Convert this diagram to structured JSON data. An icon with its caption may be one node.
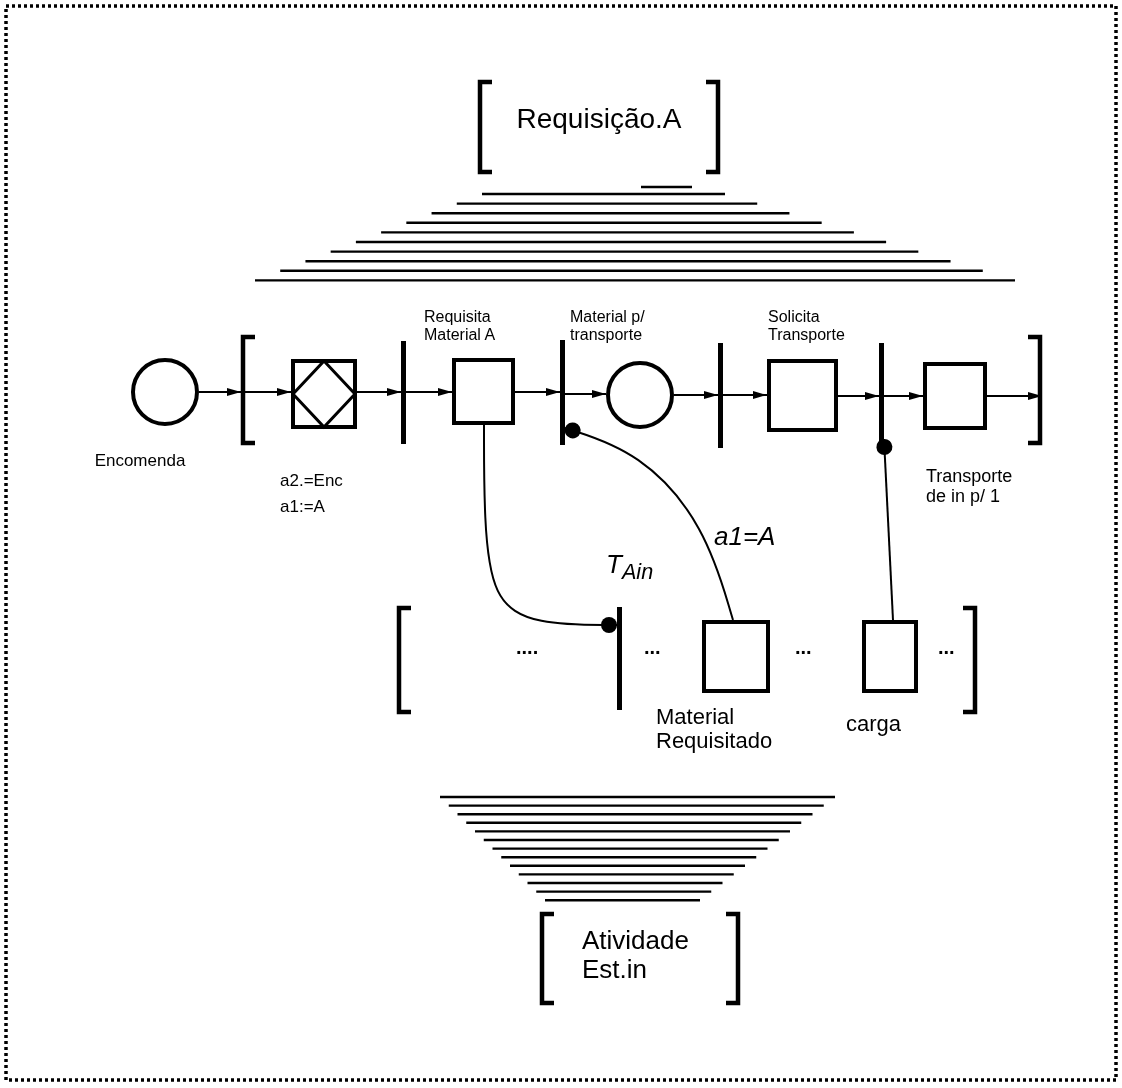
{
  "diagram": {
    "nodes": [
      {
        "text": [
          "Requisição.A"
        ]
      },
      {
        "text": [
          "Encomenda"
        ]
      },
      {
        "text": [],
        "shape": "bracket"
      },
      {
        "text": [
          "a2.=Enc",
          "a1:=A"
        ],
        "in": 2
      },
      {
        "text": [],
        "shape": "bar",
        "in": 2
      },
      {
        "text": [
          "Requisita Material A"
        ],
        "in": 2
      },
      {
        "text": [],
        "shape": "bar",
        "in": 2
      },
      {
        "text": [
          "Material p/ transporte"
        ],
        "in": 2
      },
      {
        "text": [],
        "shape": "bar",
        "in": 2
      },
      {
        "text": [
          "Solicita Transporte"
        ],
        "in": 2
      },
      {
        "text": [],
        "shape": "bar",
        "in": 2
      },
      {
        "text": [
          "Transporte de in p/ 1"
        ],
        "in": 2
      },
      {
        "text": [],
        "shape": "bracket"
      },
      {
        "text": [],
        "shape": "bar",
        "in": 12,
        "beside": [
          "T$_{Ain}$"
        ]
      },
      {
        "text": [
          "Material Requisitado"
        ],
        "in": 12
      },
      {
        "text": [
          "carga"
        ],
        "in": 12
      },
      {
        "text": [
          "Atividade Est.in"
        ]
      }
    ],
    "edges": [
      {
        "from": 1,
        "to": 2,
        "arrow": "to"
      },
      {
        "from": 2,
        "to": 3,
        "arrow": "to"
      },
      {
        "from": 3,
        "to": 4,
        "arrow": "to"
      },
      {
        "from": 4,
        "to": 5,
        "arrow": "to"
      },
      {
        "from": 5,
        "to": 6,
        "arrow": "to"
      },
      {
        "from": 6,
        "to": 7,
        "arrow": "to"
      },
      {
        "from": 7,
        "to": 8,
        "arrow": "to"
      },
      {
        "from": 8,
        "to": 9,
        "arrow": "to"
      },
      {
        "from": 9,
        "to": 10,
        "arrow": "to"
      },
      {
        "from": 10,
        "to": 11,
        "arrow": "to"
      },
      {
        "from": 11,
        "to": 2,
        "arrow": "to"
      },
      {
        "from": 5,
        "to": 13,
        "arrow": "other"
      },
      {
        "from": 14,
        "to": 6,
        "arrow": "other",
        "label": "a1=A"
      },
      {
        "from": 15,
        "to": 10,
        "arrow": "other"
      }
    ],
    "labels": [
      "....",
      "...",
      "...",
      "..."
    ]
  }
}
